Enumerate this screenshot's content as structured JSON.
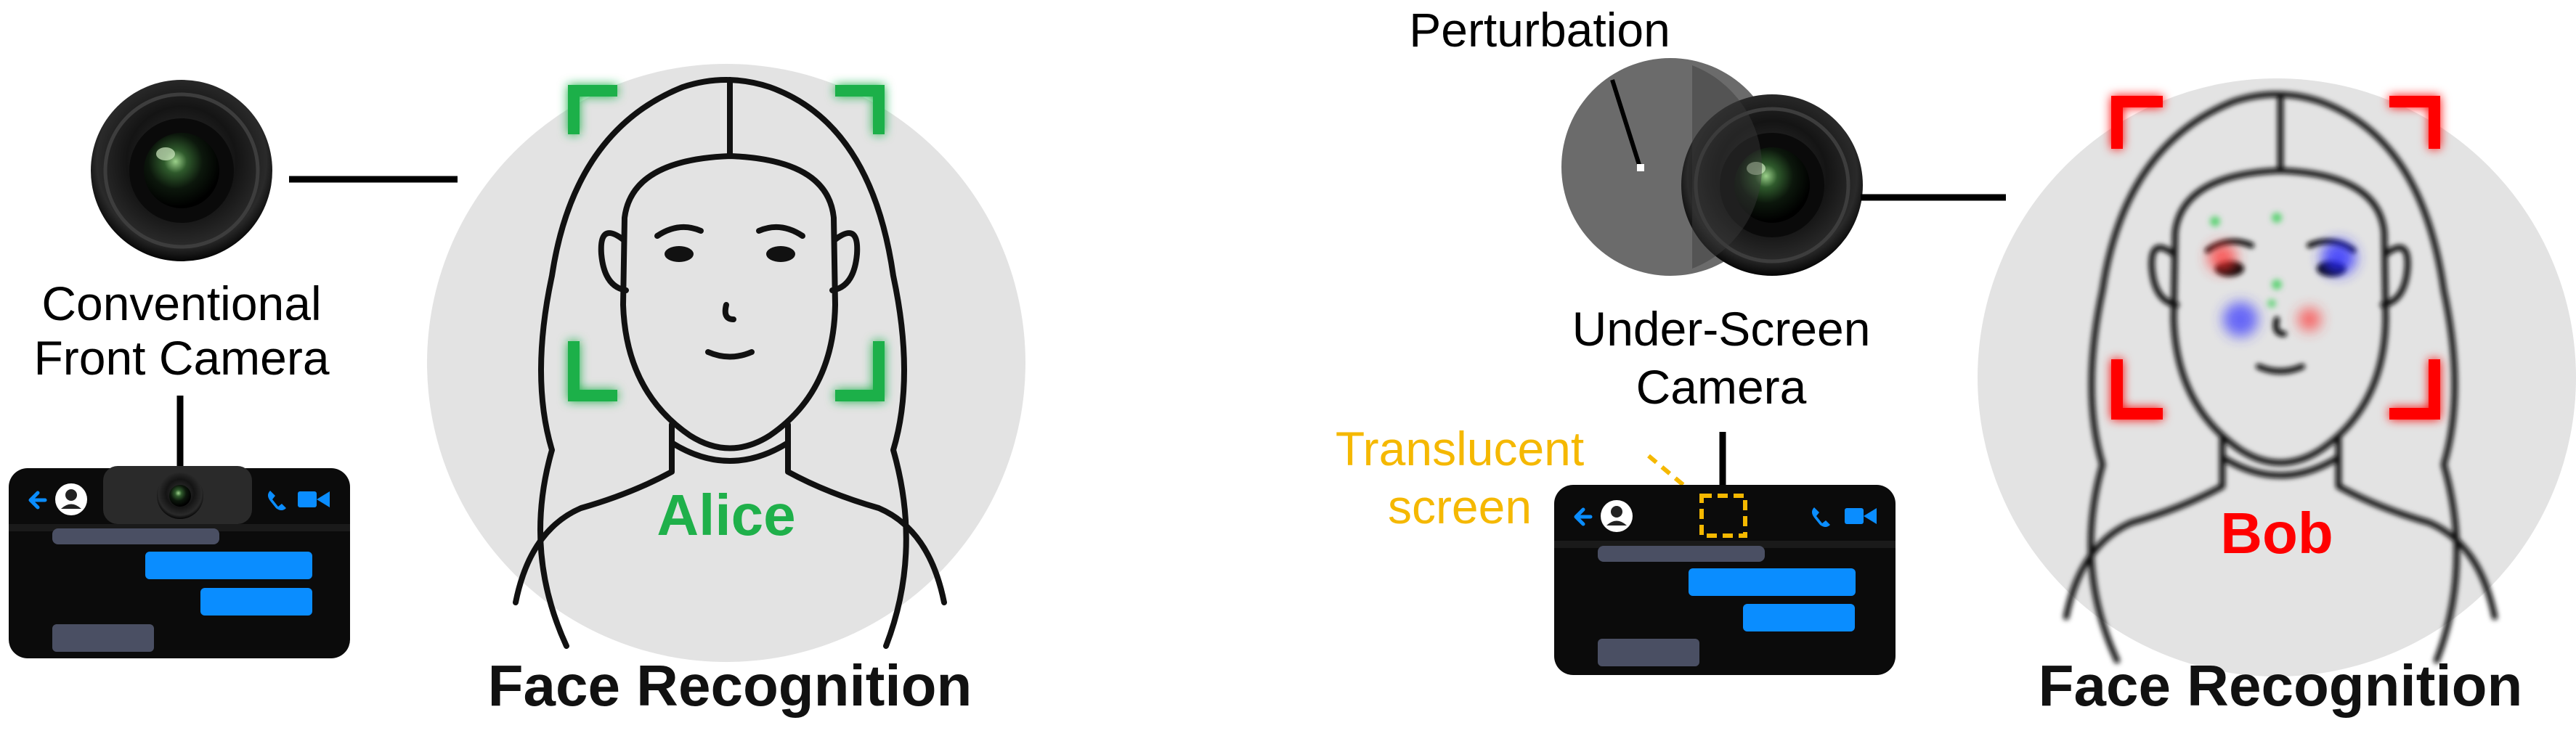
{
  "colors": {
    "alice": "#1fb04a",
    "bob": "#ff0000",
    "translucent": "#f5b800",
    "bubble_blue": "#0a8dff",
    "bubble_gray": "#4a4f63",
    "phone_body": "#0b0b0b",
    "face_circle": "#e3e3e3",
    "perturbation": "#6b6b6b"
  },
  "left": {
    "camera_label_line1": "Conventional",
    "camera_label_line2": "Front Camera",
    "recognized_name": "Alice",
    "caption": "Face Recognition",
    "icons": [
      "camera-lens-icon",
      "back-arrow-icon",
      "avatar-icon",
      "phone-call-icon",
      "video-call-icon"
    ]
  },
  "right": {
    "perturbation_label": "Perturbation",
    "camera_label_line1": "Under-Screen",
    "camera_label_line2": "Camera",
    "screen_label_line1": "Translucent",
    "screen_label_line2": "screen",
    "recognized_name": "Bob",
    "caption": "Face Recognition",
    "icons": [
      "camera-lens-icon",
      "back-arrow-icon",
      "avatar-icon",
      "phone-call-icon",
      "video-call-icon"
    ]
  }
}
